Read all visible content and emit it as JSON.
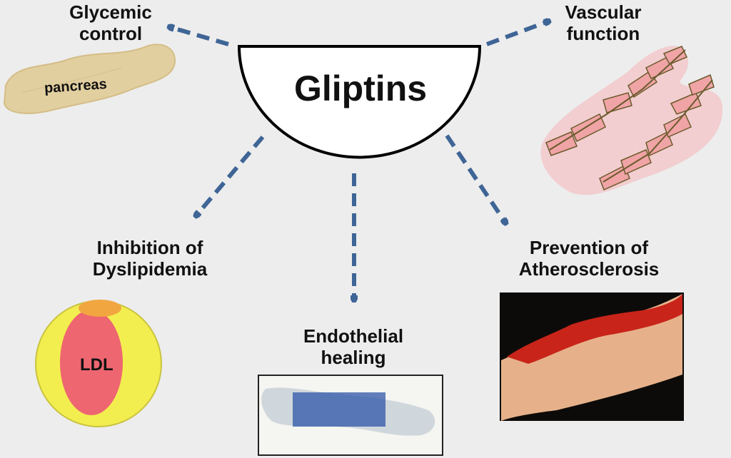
{
  "center": {
    "title": "Gliptins"
  },
  "nodes": {
    "glycemic": {
      "line1": "Glycemic",
      "line2": "control",
      "image_label": "pancreas"
    },
    "vascular": {
      "line1": "Vascular",
      "line2": "function"
    },
    "dyslipidemia": {
      "line1": "Inhibition of",
      "line2": "Dyslipidemia",
      "image_label": "LDL"
    },
    "endothelial": {
      "line1": "Endothelial",
      "line2": "healing"
    },
    "atherosclerosis": {
      "line1": "Prevention of",
      "line2": "Atherosclerosis"
    }
  },
  "colors": {
    "arrow": "#3f6596",
    "background": "#ededed",
    "pancreas": "#e2cfa0",
    "ldl_core": "#ee6670",
    "ldl_shell": "#f3ee4f",
    "apoprotein": "#f2a640",
    "vessel": "#f0a4a6",
    "stain_blue": "#2f55a8"
  }
}
